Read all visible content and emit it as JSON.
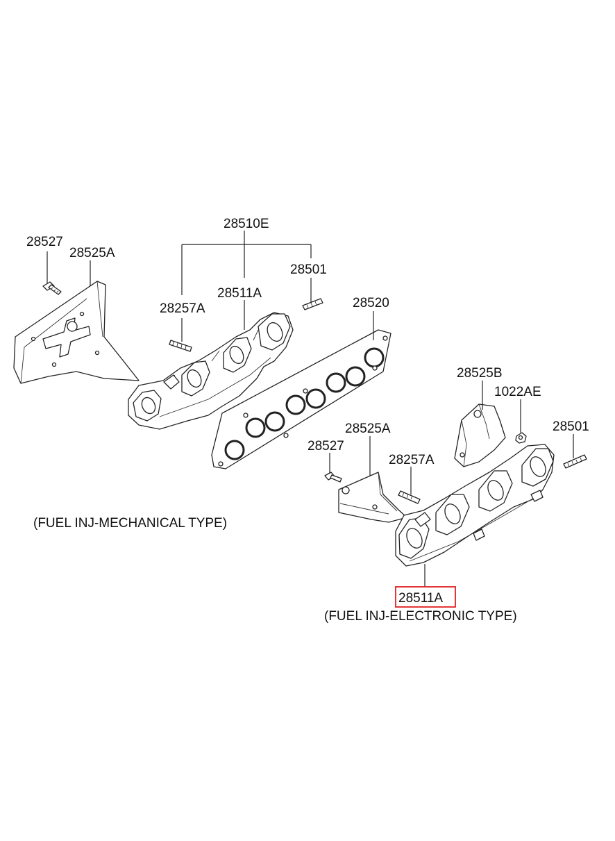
{
  "labels": {
    "l_28510E": "28510E",
    "l_28527_a": "28527",
    "l_28525A_a": "28525A",
    "l_28501_a": "28501",
    "l_28257A_a": "28257A",
    "l_28511A_a": "28511A",
    "l_28520": "28520",
    "l_28525B": "28525B",
    "l_1022AE": "1022AE",
    "l_28501_b": "28501",
    "l_28525A_b": "28525A",
    "l_28527_b": "28527",
    "l_28257A_b": "28257A",
    "l_28511A_b": "28511A"
  },
  "captions": {
    "mechanical": "(FUEL INJ-MECHANICAL TYPE)",
    "electronic": "(FUEL INJ-ELECTRONIC TYPE)"
  },
  "colors": {
    "highlight": "#e02020",
    "line": "#222222"
  }
}
